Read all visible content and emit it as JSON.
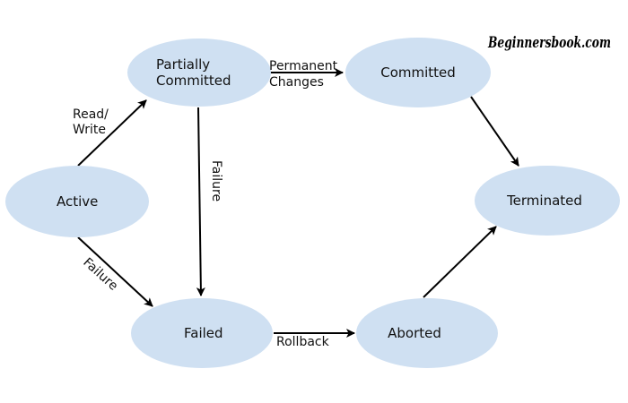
{
  "watermark": "Beginnersbook.com",
  "nodes": {
    "active": {
      "label": "Active"
    },
    "partially_committed": {
      "lines": [
        "Partially",
        "Committed"
      ]
    },
    "committed": {
      "label": "Committed"
    },
    "terminated": {
      "label": "Terminated"
    },
    "failed": {
      "label": "Failed"
    },
    "aborted": {
      "label": "Aborted"
    }
  },
  "edges": {
    "read_write": {
      "lines": [
        "Read/",
        "Write"
      ]
    },
    "permanent_changes": {
      "lines": [
        "Permanent",
        "Changes"
      ]
    },
    "failure_vertical": {
      "label": "Failure"
    },
    "failure_diagonal": {
      "label": "Failure"
    },
    "rollback": {
      "label": "Rollback"
    }
  },
  "colors": {
    "node_fill": "#cfe0f2",
    "edge": "#000000",
    "text": "#111111"
  }
}
